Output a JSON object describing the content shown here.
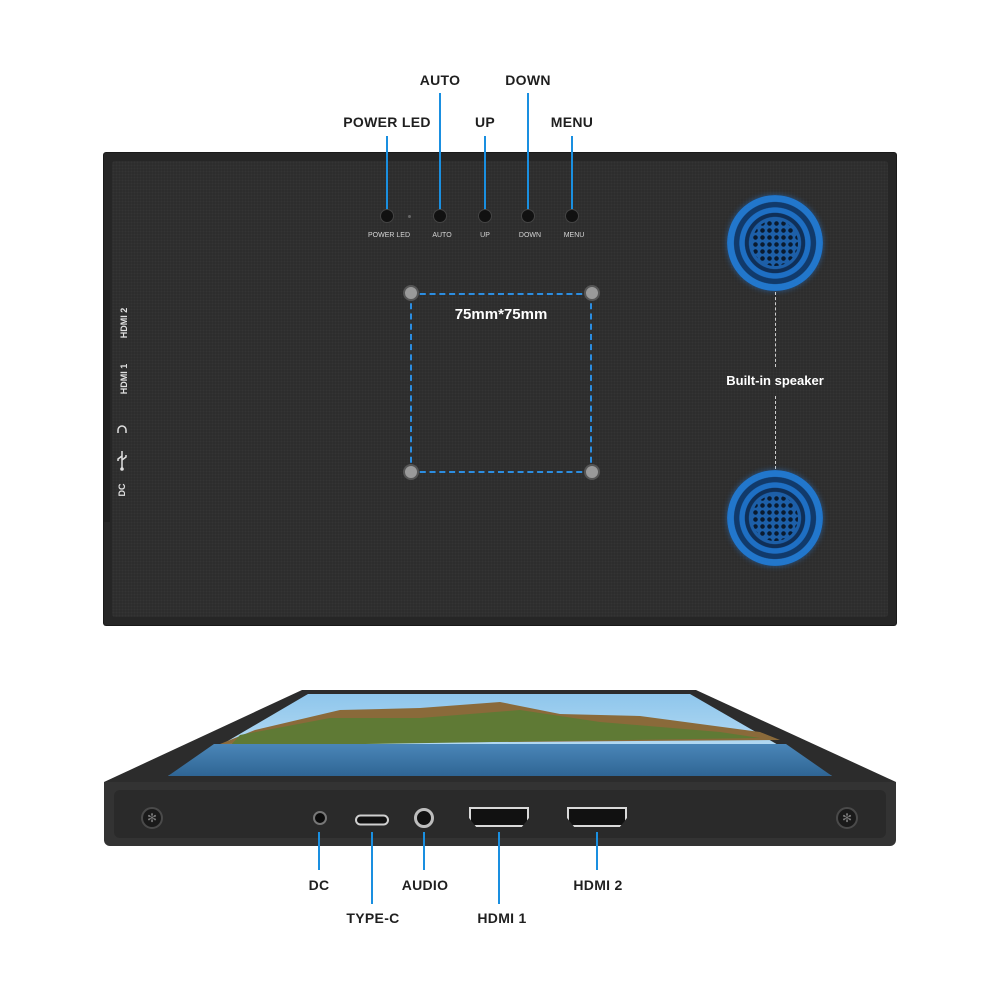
{
  "back_panel": {
    "callouts": {
      "power_led": "POWER LED",
      "auto": "AUTO",
      "up": "UP",
      "down": "DOWN",
      "menu": "MENU"
    },
    "button_labels": {
      "power_led": "POWER LED",
      "auto": "AUTO",
      "up": "UP",
      "down": "DOWN",
      "menu": "MENU"
    },
    "vesa_label": "75mm*75mm",
    "speaker_label": "Built-in speaker",
    "side_ports": {
      "hdmi2": "HDMI 2",
      "hdmi1": "HDMI 1",
      "dc": "DC"
    }
  },
  "bottom_ports": {
    "dc": "DC",
    "type_c": "TYPE-C",
    "audio": "AUDIO",
    "hdmi1": "HDMI 1",
    "hdmi2": "HDMI 2"
  },
  "colors": {
    "accent": "#1a8fe0",
    "panel": "#2d2d2d",
    "speaker": "#1e6fc4"
  },
  "icons": [
    "headphone-icon",
    "usb-icon",
    "screw-icon"
  ]
}
